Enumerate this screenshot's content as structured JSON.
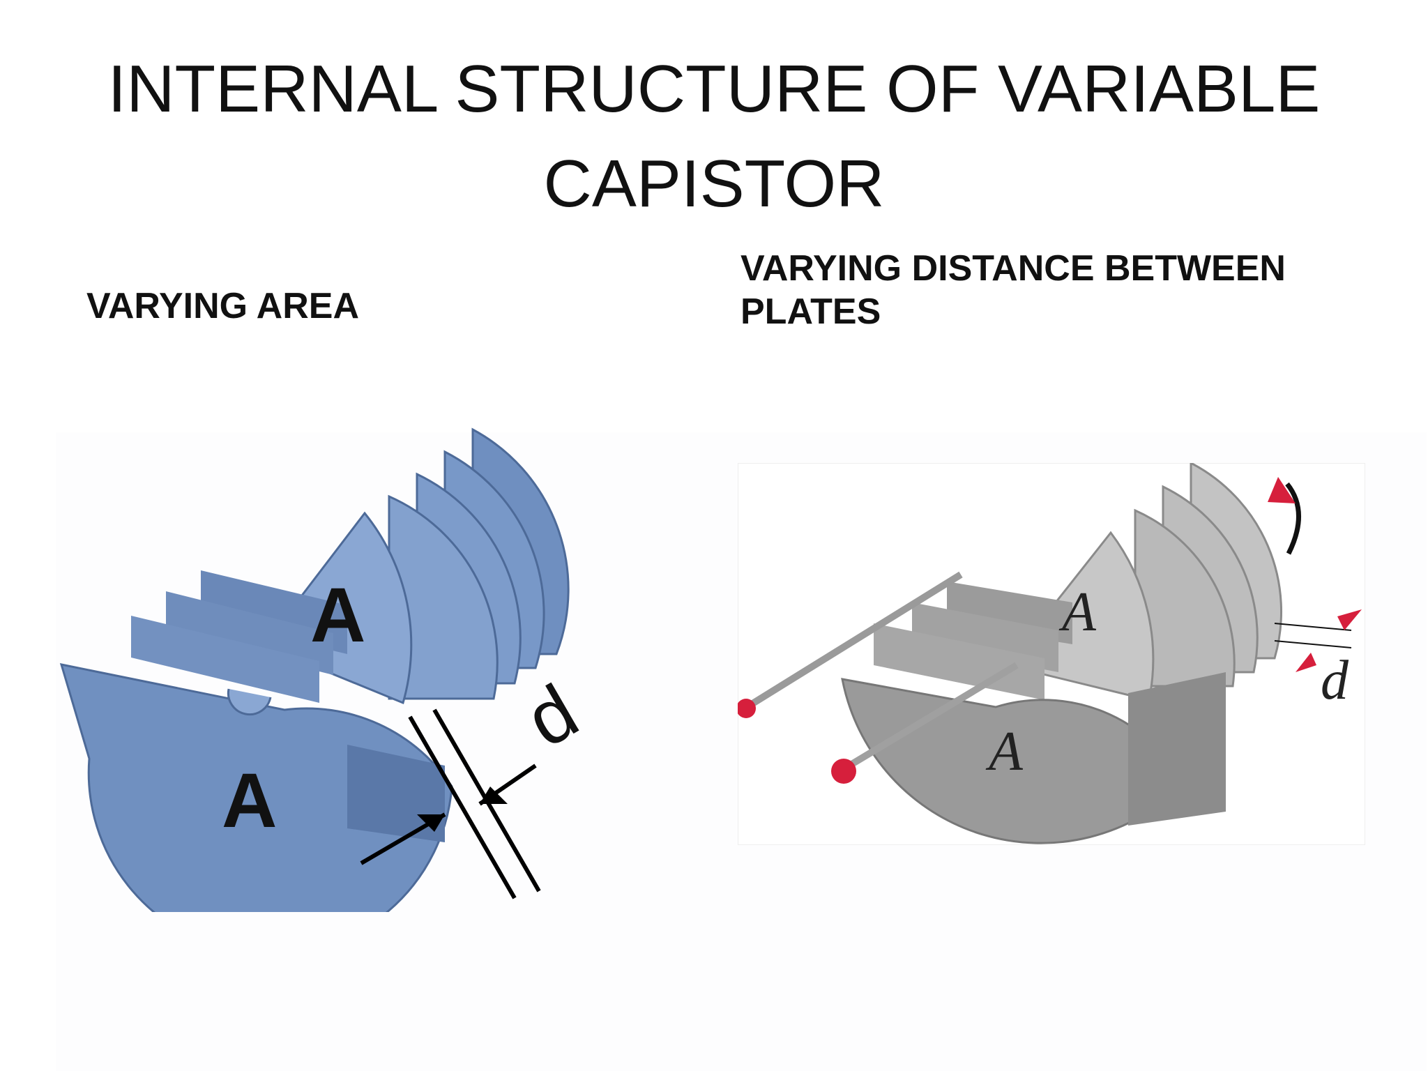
{
  "title": {
    "line1": "INTERNAL STRUCTURE OF VARIABLE",
    "line2": "CAPISTOR"
  },
  "sections": {
    "left": {
      "heading": "VARYING AREA",
      "figure_labels": {
        "area_top": "A",
        "area_bottom": "A",
        "distance": "d"
      }
    },
    "right": {
      "heading_line1": "VARYING DISTANCE BETWEEN",
      "heading_line2": "PLATES",
      "figure_labels": {
        "area_top": "A",
        "area_bottom": "A",
        "distance": "d"
      }
    }
  },
  "colors": {
    "plate_blue": "#7d9ccb",
    "plate_blue_dark": "#5f7fb0",
    "plate_gray": "#b5b5b5",
    "plate_gray_dark": "#8e8e8e",
    "terminal_red": "#d61f3c"
  }
}
